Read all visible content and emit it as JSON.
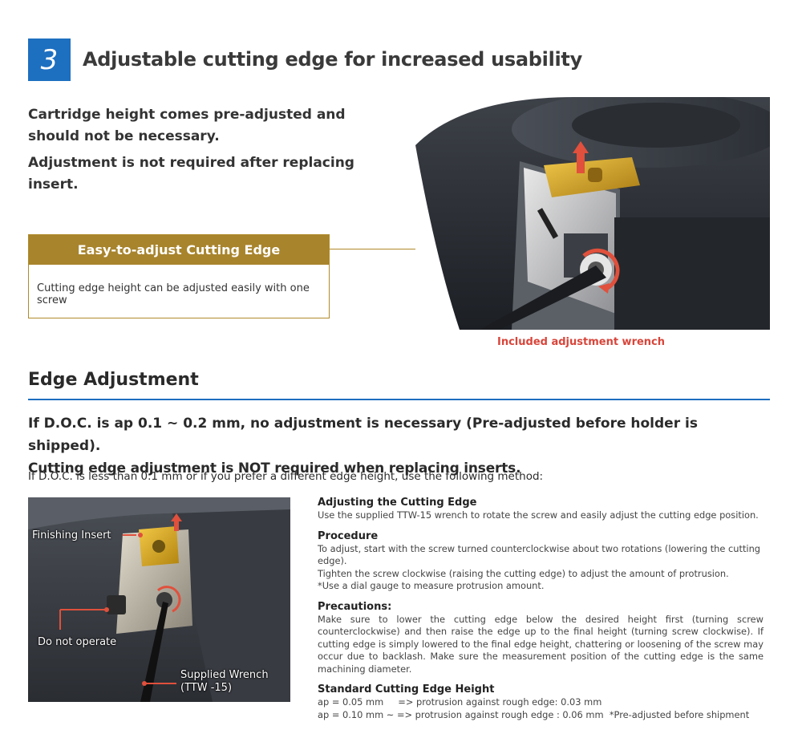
{
  "header": {
    "number": "3",
    "title": "Adjustable cutting edge for increased usability"
  },
  "intro": {
    "line1": "Cartridge height comes pre-adjusted and should not be necessary.",
    "line2": "Adjustment is not required after replacing insert."
  },
  "callout": {
    "title": "Easy-to-adjust Cutting Edge",
    "body": "Cutting edge height can be adjusted easily with one screw"
  },
  "photo1": {
    "caption": "Included adjustment wrench"
  },
  "section": {
    "title": "Edge Adjustment",
    "lead1": "If D.O.C. is ap 0.1 ~ 0.2 mm, no adjustment is necessary (Pre-adjusted before holder is shipped).",
    "lead2": "Cutting edge adjustment is NOT required when replacing inserts.",
    "note": "If D.O.C. is less than 0.1 mm or if you prefer a different edge height, use the following method:"
  },
  "photo2": {
    "label_insert": "Finishing Insert",
    "label_do_not": "Do not operate",
    "label_wrench1": "Supplied Wrench",
    "label_wrench2": "(TTW -15)"
  },
  "details": {
    "adjust_title": "Adjusting the Cutting Edge",
    "adjust_text": "Use the supplied TTW-15 wrench to rotate the screw and easily adjust the cutting edge position.",
    "procedure_title": "Procedure",
    "procedure_1": "To adjust, start with the screw turned counterclockwise about two rotations (lowering the cutting edge).",
    "procedure_2": "Tighten the screw clockwise (raising the cutting edge) to adjust the amount of protrusion.",
    "procedure_3": "*Use a dial gauge to measure protrusion amount.",
    "precautions_title": "Precautions:",
    "precautions_text": "Make sure to lower the cutting edge below the desired height first (turning screw counterclockwise) and then raise the edge up to the final height (turning screw clockwise). If cutting edge is simply lowered to the final edge height, chattering or loosening of the screw may occur due to backlash. Make sure the measurement position of the cutting edge is the same machining diameter.",
    "standard_title": "Standard Cutting Edge Height",
    "standard_1": "ap = 0.05 mm     => protrusion against rough edge: 0.03 mm",
    "standard_2": "ap = 0.10 mm ~ => protrusion against rough edge : 0.06 mm  *Pre-adjusted before shipment"
  },
  "colors": {
    "accent_blue": "#1d6fc0",
    "gold": "#a8842c",
    "caption_red": "#d8453a"
  }
}
